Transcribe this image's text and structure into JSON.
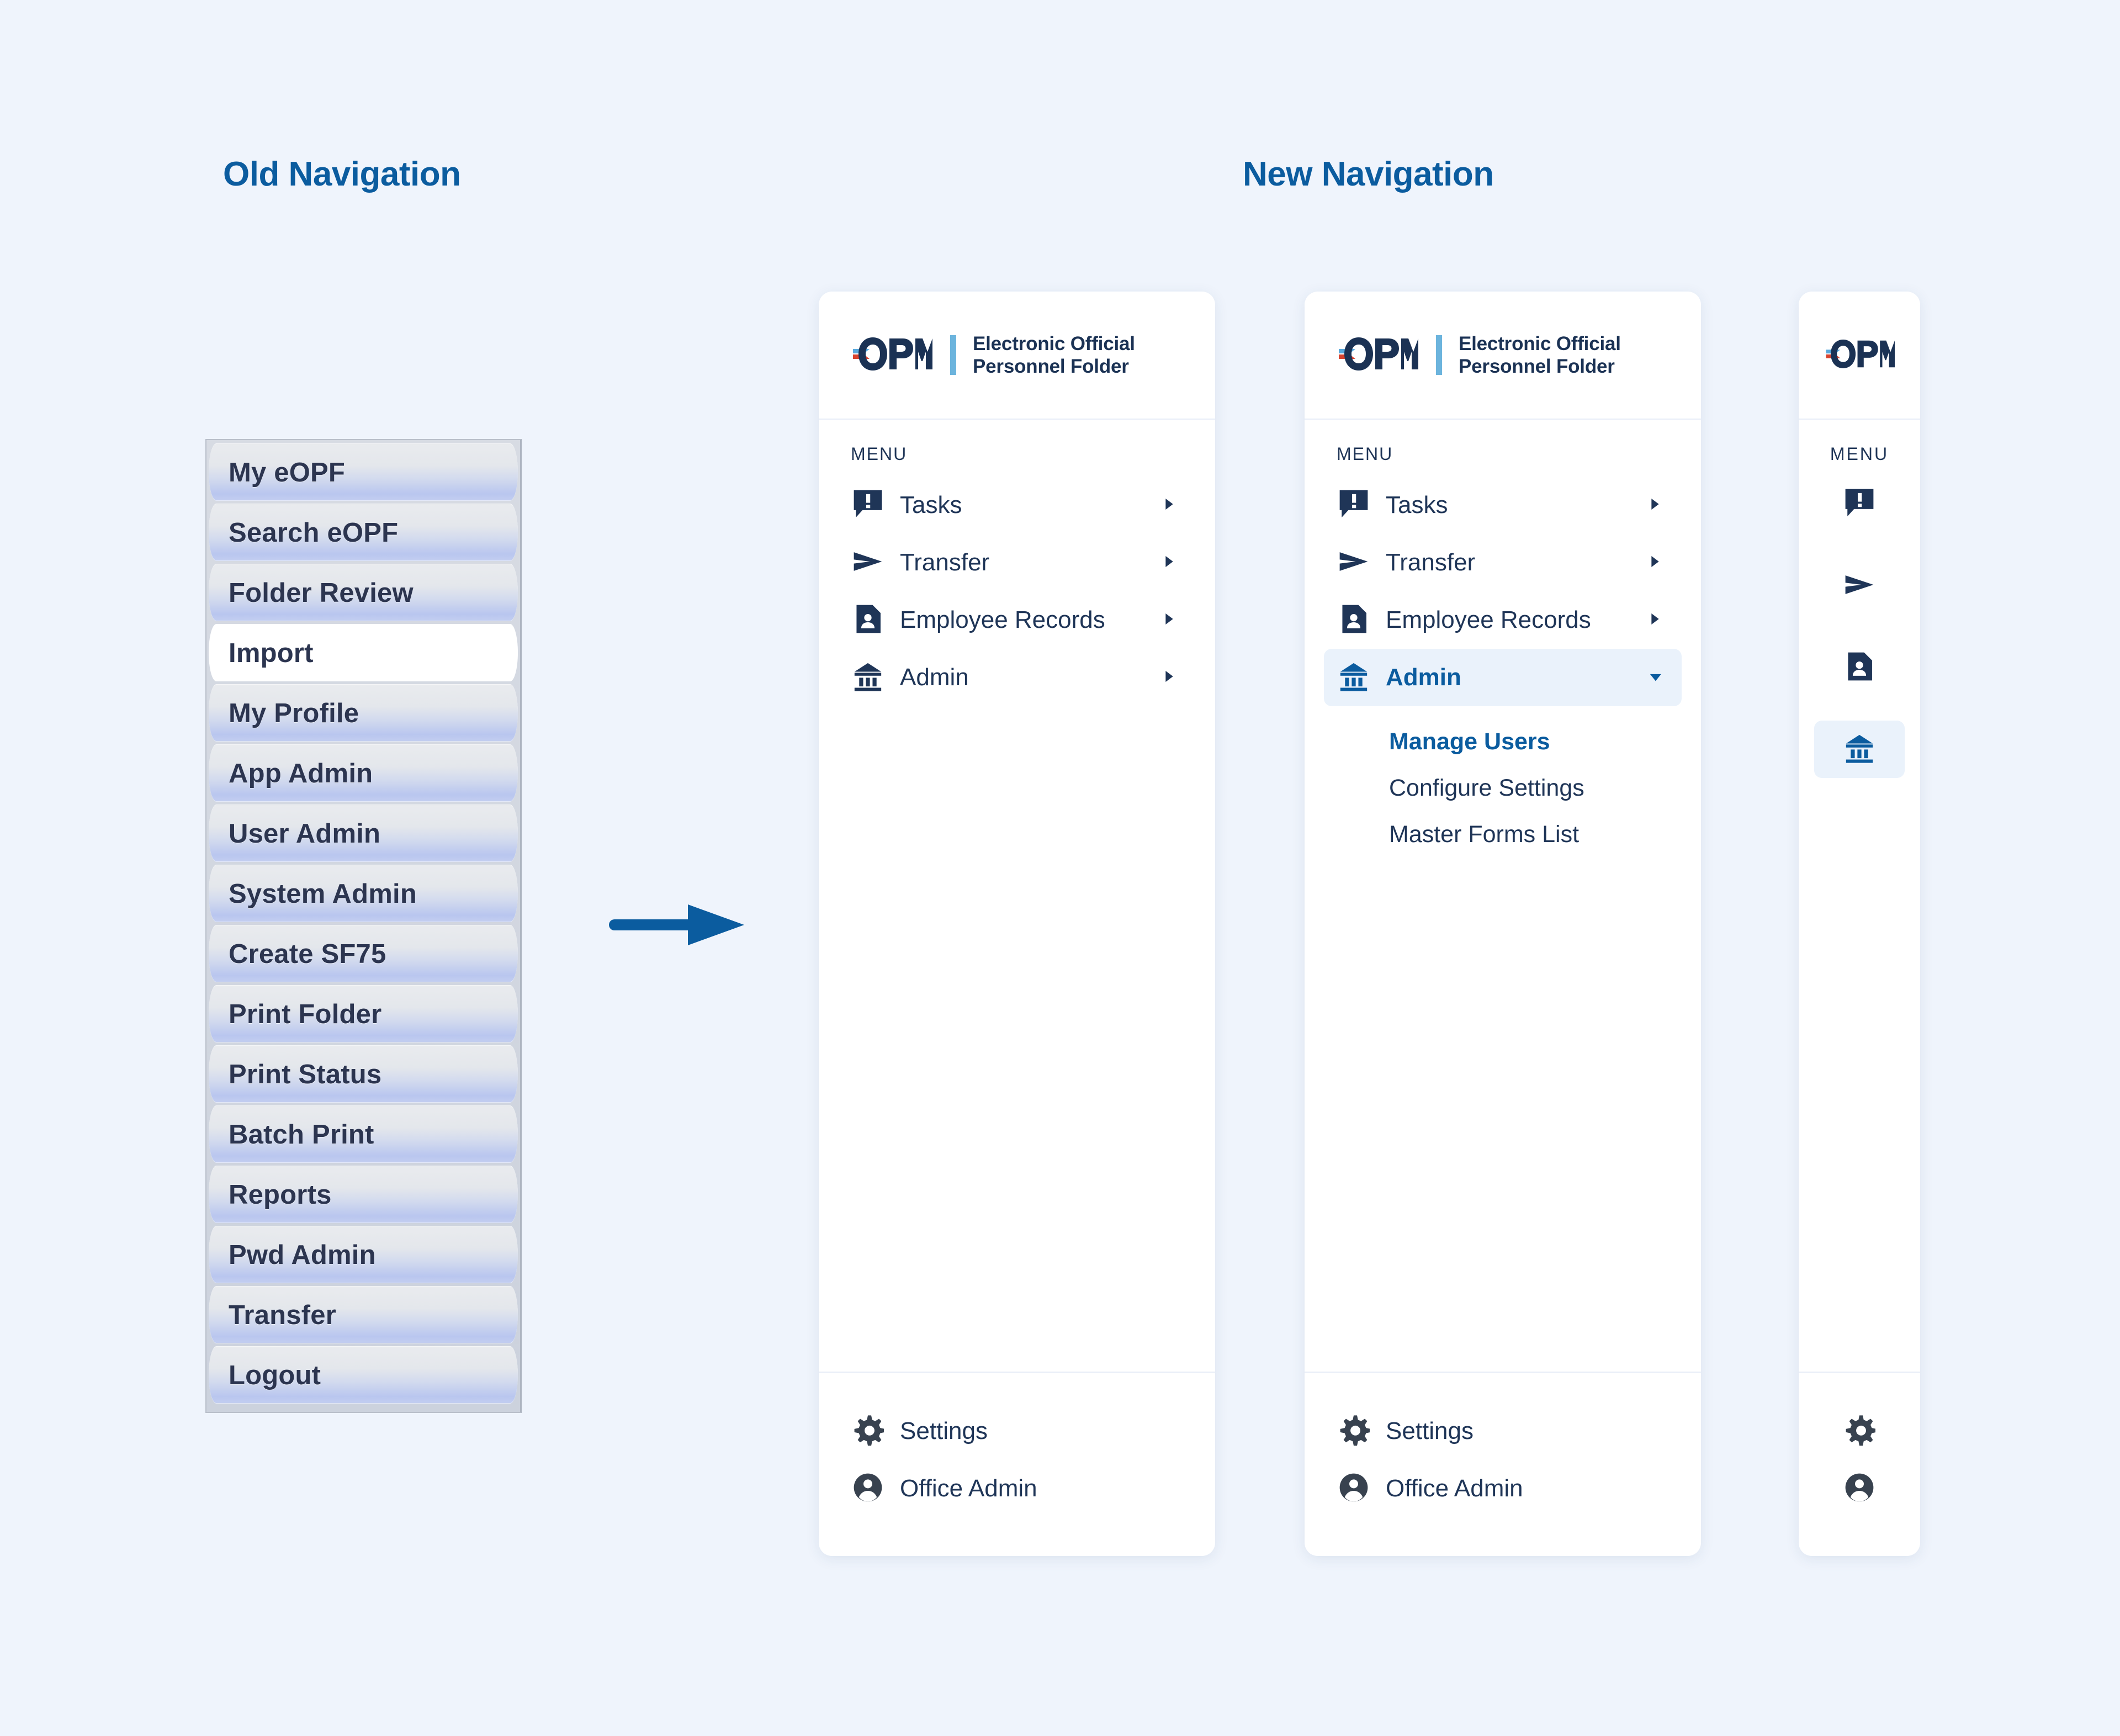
{
  "headings": {
    "old": "Old Navigation",
    "new": "New Navigation"
  },
  "colors": {
    "page_background": "#eff4fc",
    "heading_blue": "#0b5c9f",
    "accent_blue": "#0b5c9f",
    "active_background": "#eaf2fb",
    "icon_navy": "#1f3557",
    "brand_navy": "#1b3254",
    "brand_light_blue": "#6cb4dd",
    "brand_red": "#d8432e",
    "footer_icon": "#38424f",
    "arrow_blue": "#0b5c9f"
  },
  "old_navigation": {
    "items": [
      {
        "label": "My eOPF",
        "active": false
      },
      {
        "label": "Search eOPF",
        "active": false
      },
      {
        "label": "Folder Review",
        "active": false
      },
      {
        "label": "Import",
        "active": true
      },
      {
        "label": "My Profile",
        "active": false
      },
      {
        "label": "App Admin",
        "active": false
      },
      {
        "label": "User Admin",
        "active": false
      },
      {
        "label": "System Admin",
        "active": false
      },
      {
        "label": "Create SF75",
        "active": false
      },
      {
        "label": "Print Folder",
        "active": false
      },
      {
        "label": "Print Status",
        "active": false
      },
      {
        "label": "Batch Print",
        "active": false
      },
      {
        "label": "Reports",
        "active": false
      },
      {
        "label": "Pwd Admin",
        "active": false
      },
      {
        "label": "Transfer",
        "active": false
      },
      {
        "label": "Logout",
        "active": false
      }
    ]
  },
  "brand": {
    "logo_text": "OPM",
    "title_line1": "Electronic Official",
    "title_line2": "Personnel Folder"
  },
  "new_navigation": {
    "menu_label": "MENU",
    "collapsed_panel": {
      "items": [
        {
          "label": "Tasks",
          "icon": "tasks-alert-icon",
          "caret": "chevron-right-icon",
          "active": false
        },
        {
          "label": "Transfer",
          "icon": "paper-plane-icon",
          "caret": "chevron-right-icon",
          "active": false
        },
        {
          "label": "Employee Records",
          "icon": "document-person-icon",
          "caret": "chevron-right-icon",
          "active": false
        },
        {
          "label": "Admin",
          "icon": "bank-building-icon",
          "caret": "chevron-right-icon",
          "active": false
        }
      ]
    },
    "expanded_panel": {
      "items": [
        {
          "label": "Tasks",
          "icon": "tasks-alert-icon",
          "caret": "chevron-right-icon",
          "active": false
        },
        {
          "label": "Transfer",
          "icon": "paper-plane-icon",
          "caret": "chevron-right-icon",
          "active": false
        },
        {
          "label": "Employee Records",
          "icon": "document-person-icon",
          "caret": "chevron-right-icon",
          "active": false
        },
        {
          "label": "Admin",
          "icon": "bank-building-icon",
          "caret": "chevron-down-icon",
          "active": true
        }
      ],
      "submenu": [
        {
          "label": "Manage Users",
          "current": true
        },
        {
          "label": "Configure Settings",
          "current": false
        },
        {
          "label": "Master Forms List",
          "current": false
        }
      ]
    },
    "icon_rail": {
      "items": [
        {
          "icon": "tasks-alert-icon",
          "active": false
        },
        {
          "icon": "paper-plane-icon",
          "active": false
        },
        {
          "icon": "document-person-icon",
          "active": false
        },
        {
          "icon": "bank-building-icon",
          "active": true
        }
      ]
    },
    "footer": [
      {
        "label": "Settings",
        "icon": "gear-icon"
      },
      {
        "label": "Office Admin",
        "icon": "account-circle-icon"
      }
    ]
  },
  "flow": {
    "arrow": "right-arrow-icon"
  }
}
